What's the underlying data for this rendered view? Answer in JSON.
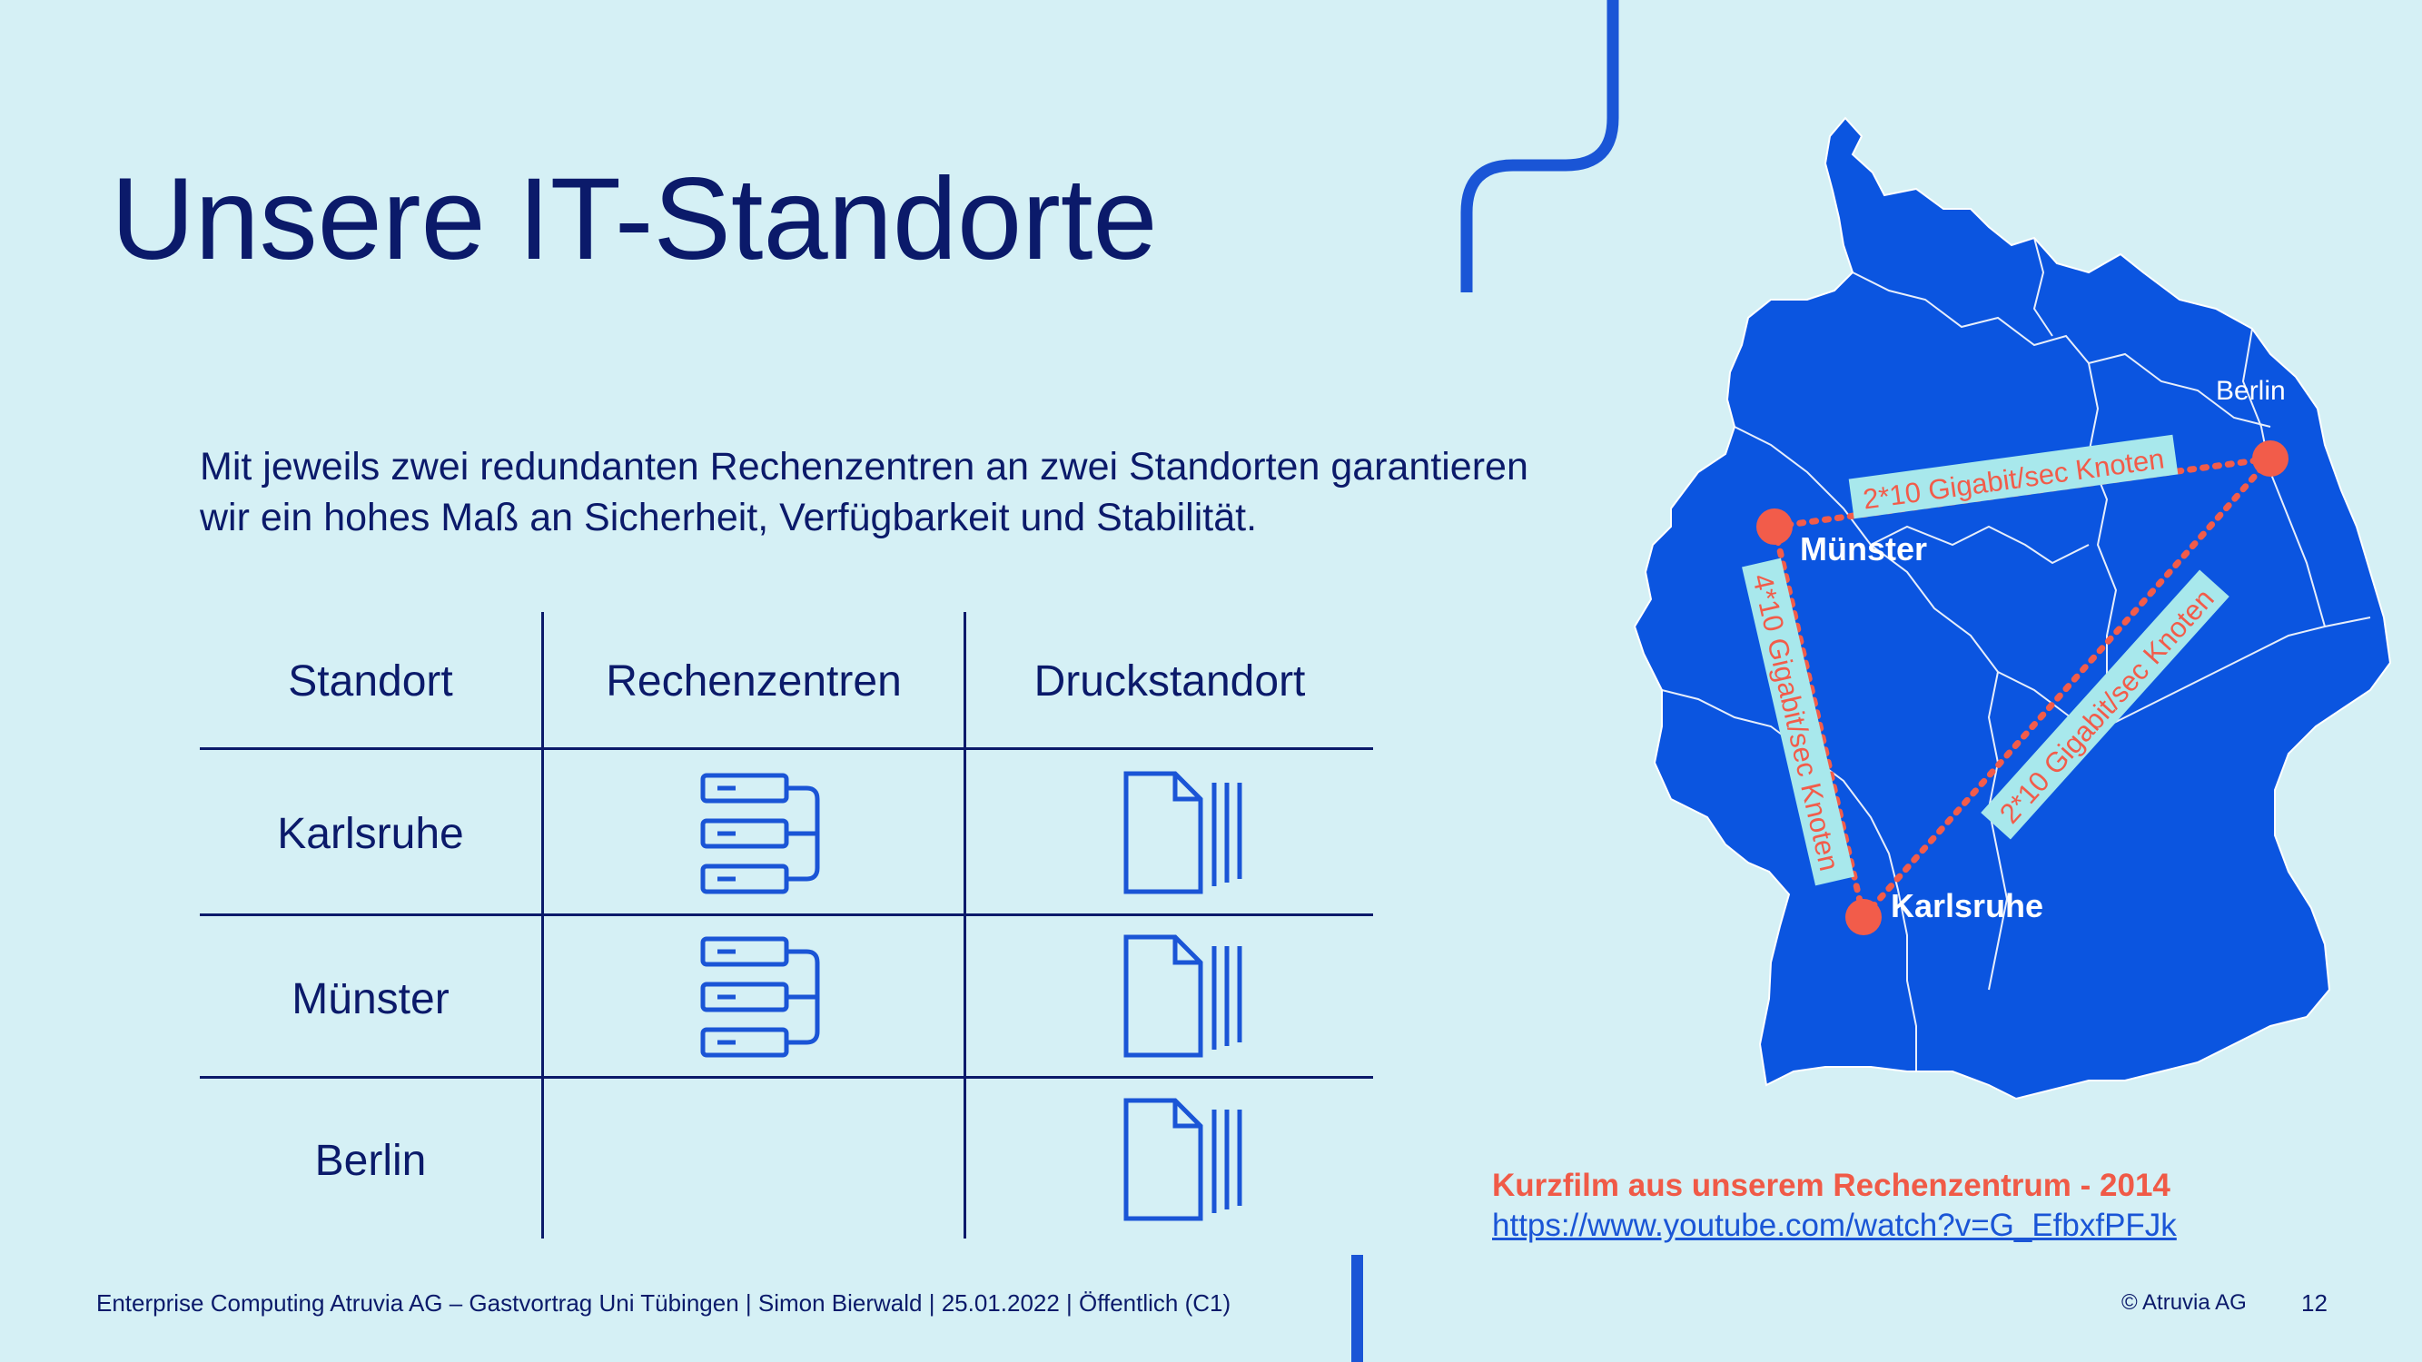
{
  "slide": {
    "title": "Unsere IT-Standorte",
    "intro_line1": "Mit jeweils zwei redundanten Rechenzentren an zwei Standorten garantieren",
    "intro_line2": "wir ein hohes Maß an Sicherheit, Verfügbarkeit und Stabilität."
  },
  "table": {
    "headers": [
      "Standort",
      "Rechenzentren",
      "Druckstandort"
    ],
    "rows": [
      {
        "standort": "Karlsruhe",
        "rechenzentrum_icon": "server-stack-icon",
        "druck_icon": "documents-stack-icon"
      },
      {
        "standort": "Münster",
        "rechenzentrum_icon": "server-stack-icon",
        "druck_icon": "documents-stack-icon"
      },
      {
        "standort": "Berlin",
        "rechenzentrum_icon": "",
        "druck_icon": "documents-stack-icon"
      }
    ]
  },
  "map": {
    "cities": {
      "berlin": "Berlin",
      "muenster": "Münster",
      "karlsruhe": "Karlsruhe"
    },
    "links": {
      "muenster_berlin": "2*10 Gigabit/sec Knoten",
      "muenster_karlsruhe": "4*10 Gigabit/sec Knoten",
      "karlsruhe_berlin": "2*10 Gigabit/sec Knoten"
    },
    "colors": {
      "land": "#0b55e0",
      "dot": "#f25c4a",
      "link": "#f25c4a",
      "label_bg": "#a8e8ec"
    }
  },
  "film": {
    "title": "Kurzfilm aus unserem Rechenzentrum - 2014",
    "link": "https://www.youtube.com/watch?v=G_EfbxfPFJk"
  },
  "footer": {
    "left": "Enterprise Computing Atruvia AG – Gastvortrag Uni Tübingen | Simon Bierwald | 25.01.2022 | Öffentlich (C1)",
    "copyright": "© Atruvia AG",
    "page": "12"
  },
  "colors": {
    "background": "#d5f0f5",
    "text": "#0b1a6a",
    "accent": "#1a55d6",
    "highlight": "#f05a47"
  }
}
